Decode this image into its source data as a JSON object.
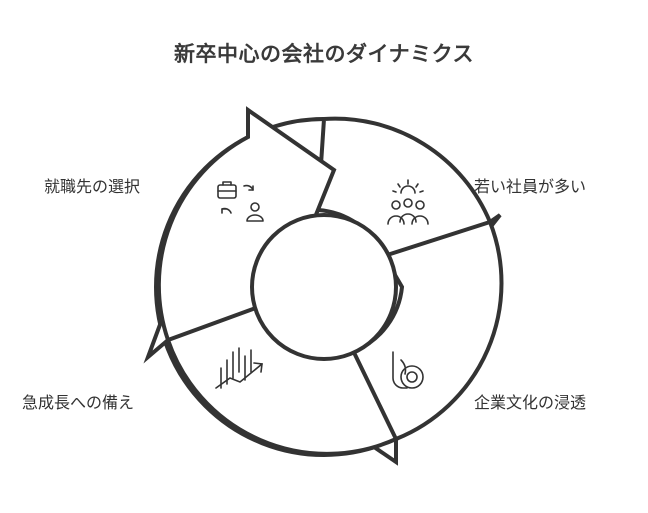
{
  "title": "新卒中心の会社のダイナミクス",
  "segments": [
    {
      "label": "就職先の選択",
      "icon": "briefcase-person-icon"
    },
    {
      "label": "若い社員が多い",
      "icon": "people-group-icon"
    },
    {
      "label": "企業文化の浸透",
      "icon": "culture-icon"
    },
    {
      "label": "急成長への備え",
      "icon": "growth-chart-icon"
    }
  ],
  "colors": {
    "stroke": "#333333",
    "fill": "#ffffff",
    "text": "#333333"
  }
}
